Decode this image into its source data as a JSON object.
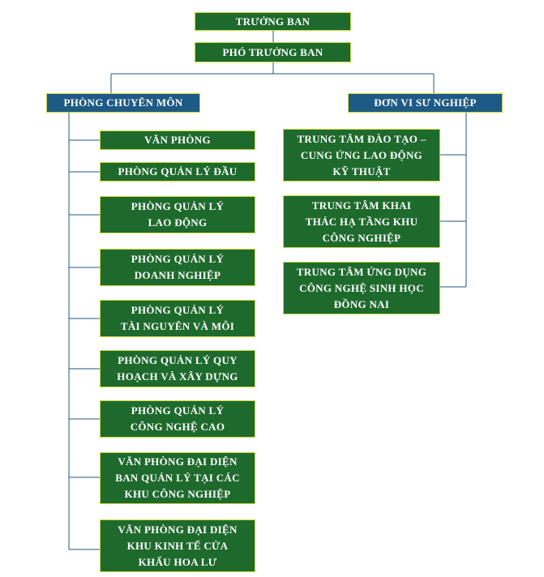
{
  "chart": {
    "head": "TRƯỞNG BAN",
    "deputy": "PHÓ TRƯỞNG BAN",
    "left_group": {
      "title": "PHÒNG CHUYÊN MÔN",
      "items": [
        "VĂN PHÒNG",
        "PHÒNG QUẢN LÝ ĐẦU",
        "PHÒNG QUẢN LÝ\nLAO ĐỘNG",
        "PHÒNG QUẢN LÝ\nDOANH NGHIỆP",
        "PHÒNG QUẢN LÝ\nTÀI NGUYÊN VÀ MÔI",
        "PHÒNG QUẢN LÝ QUY\nHOẠCH VÀ XÂY DỰNG",
        "PHÒNG QUẢN LÝ\nCÔNG NGHỆ CAO",
        "VĂN PHÒNG ĐẠI DIỆN\nBAN QUẢN LÝ TẠI CÁC\nKHU CÔNG NGHIỆP",
        "VĂN PHÒNG ĐẠI DIỆN\nKHU KINH TẾ CỬA\nKHẨU HOA LƯ"
      ]
    },
    "right_group": {
      "title": "ĐƠN VI SƯ NGHIỆP",
      "items": [
        "TRUNG TÂM ĐÀO TẠO –\nCUNG ỨNG LAO ĐỘNG\nKỸ THUẬT",
        "TRUNG TÂM KHAI\nTHÁC HẠ TẦNG KHU\nCÔNG NGHIỆP",
        "TRUNG TÂM ỨNG DỤNG\nCÔNG NGHỆ SINH HỌC\nĐỒNG NAI"
      ]
    }
  },
  "colors": {
    "box_green": "#1e6a2d",
    "box_blue": "#1d5a85",
    "border": "#c9d83a",
    "connector": "#1d5a85"
  }
}
